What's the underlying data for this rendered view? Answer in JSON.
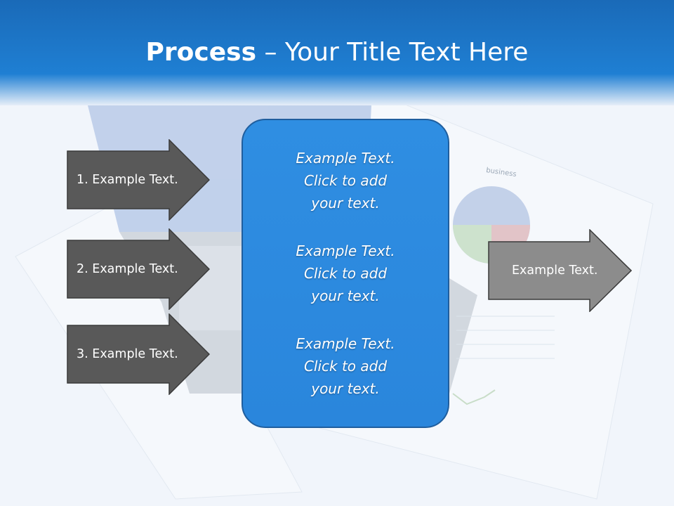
{
  "slide": {
    "title_bold": "Process",
    "title_rest": " – Your Title Text Here"
  },
  "left_arrows": [
    {
      "label": "1. Example Text."
    },
    {
      "label": "2. Example Text."
    },
    {
      "label": "3. Example Text."
    }
  ],
  "center_box": {
    "items": [
      {
        "line1": "Example Text.",
        "line2": "Click  to add",
        "line3": "your text."
      },
      {
        "line1": "Example Text.",
        "line2": "Click  to add",
        "line3": "your text."
      },
      {
        "line1": "Example Text.",
        "line2": "Click  to add",
        "line3": "your text."
      }
    ]
  },
  "right_arrow": {
    "label": "Example Text."
  },
  "background_doc": {
    "business_label": "business"
  },
  "colors": {
    "header_blue": "#1f7fd3",
    "box_blue": "#2a86dc",
    "arrow_dark": "#595959",
    "arrow_light": "#8c8c8c"
  }
}
